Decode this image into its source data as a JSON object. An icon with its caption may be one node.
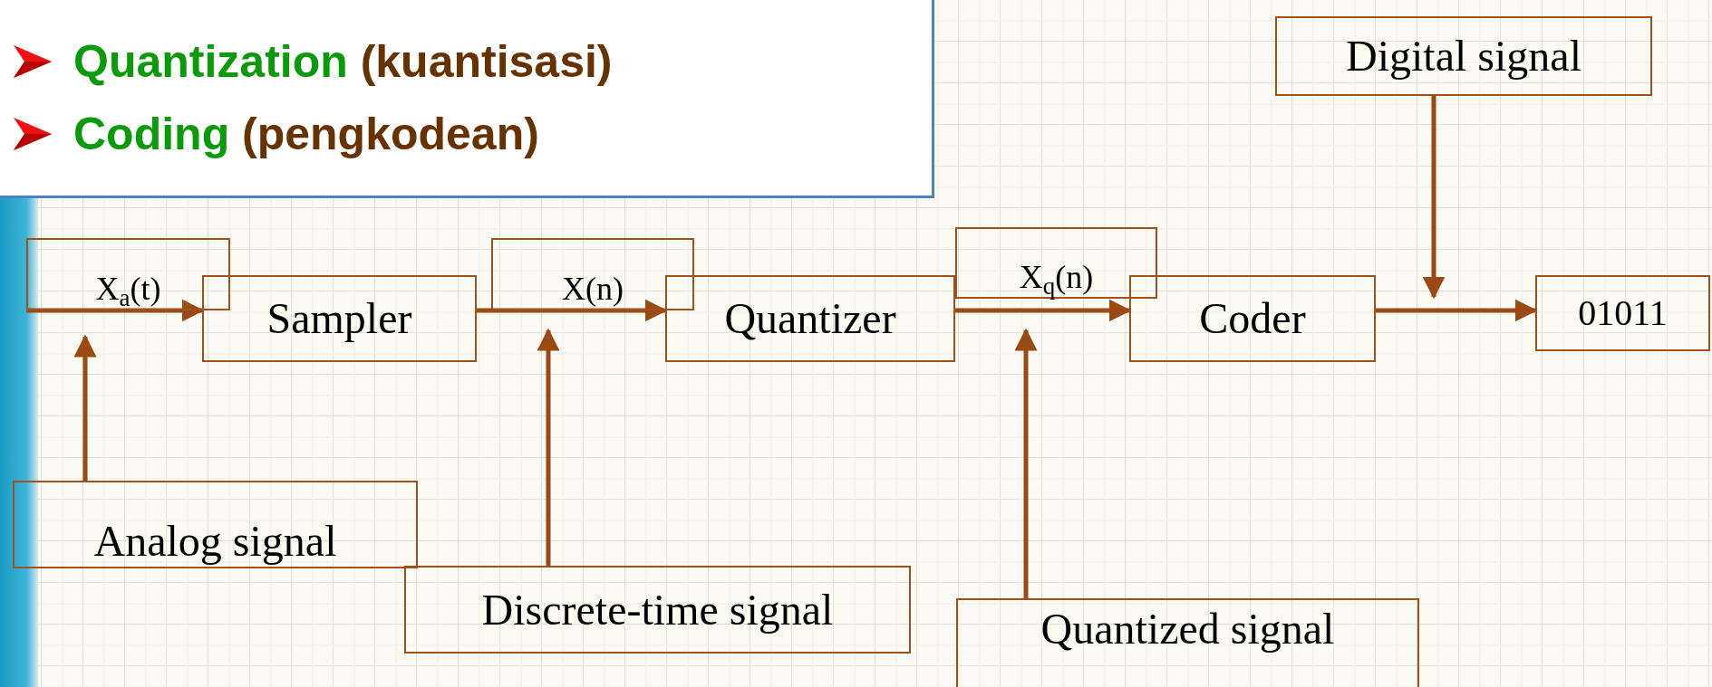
{
  "diagram": {
    "nodes": [
      {
        "text": [
          "Quantization",
          "(kuantisasi)",
          "Coding",
          "(pengkodean)"
        ]
      },
      {
        "text": [
          "Digital signal"
        ]
      },
      {
        "text": [
          "X$_{a}$(t)"
        ]
      },
      {
        "text": [
          "Sampler"
        ]
      },
      {
        "text": [
          "X(n)"
        ]
      },
      {
        "text": [
          "Quantizer"
        ]
      },
      {
        "text": [
          "X$_{q}$(n)"
        ]
      },
      {
        "text": [
          "Coder"
        ]
      },
      {
        "text": [
          "01011"
        ]
      },
      {
        "text": [
          "Analog signal"
        ]
      },
      {
        "text": [
          "Discrete-time signal"
        ]
      },
      {
        "text": [
          "Quantized signal"
        ]
      }
    ],
    "edges": [
      {
        "from": 2,
        "to": 3,
        "arrow": "to"
      },
      {
        "from": 3,
        "to": 5,
        "arrow": "to"
      },
      {
        "from": 5,
        "to": 7,
        "arrow": "to"
      },
      {
        "from": 7,
        "to": 8,
        "arrow": "to"
      },
      {
        "from": 9,
        "to": 2,
        "arrow": "to"
      },
      {
        "from": 10,
        "to": 4,
        "arrow": "to"
      },
      {
        "from": 11,
        "to": 6,
        "arrow": "to"
      },
      {
        "from": 1,
        "to": null,
        "arrow": "to"
      }
    ]
  }
}
